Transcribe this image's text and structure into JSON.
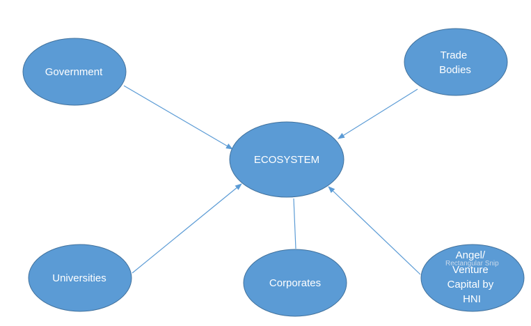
{
  "colors": {
    "node_fill": "#5b9bd5",
    "node_stroke": "#41719c",
    "connector": "#5b9bd5",
    "label": "#ffffff"
  },
  "nodes": {
    "government": {
      "label": "Government"
    },
    "trade_bodies": {
      "line1": "Trade",
      "line2": "Bodies"
    },
    "ecosystem": {
      "label": "ECOSYSTEM"
    },
    "universities": {
      "label": "Universities"
    },
    "corporates": {
      "label": "Corporates"
    },
    "angel_vc": {
      "line1": "Angel/",
      "line2": "Venture",
      "line3": "Capital by",
      "line4": "HNI"
    }
  },
  "edges": [
    {
      "from": "Government",
      "to": "ECOSYSTEM"
    },
    {
      "from": "Trade Bodies",
      "to": "ECOSYSTEM"
    },
    {
      "from": "Universities",
      "to": "ECOSYSTEM"
    },
    {
      "from": "Corporates",
      "to": "ECOSYSTEM"
    },
    {
      "from": "Angel/Venture Capital by HNI",
      "to": "ECOSYSTEM"
    }
  ],
  "watermark": "Rectangular Snip"
}
